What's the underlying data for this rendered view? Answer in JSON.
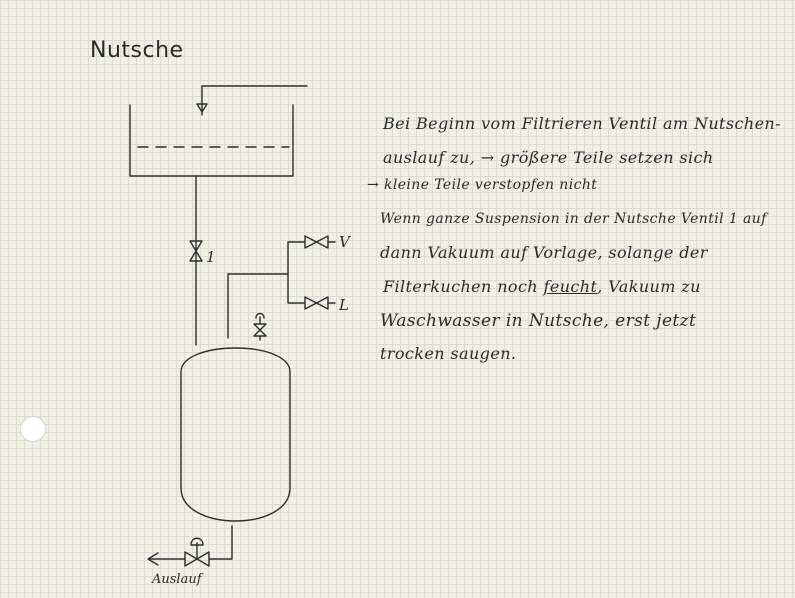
{
  "page": {
    "title": "Nutsche"
  },
  "diagram": {
    "valve_labels": {
      "main_valve": "1",
      "vent_valve_v": "V",
      "vent_valve_l": "L"
    },
    "outlet_label": "Auslauf"
  },
  "notes": {
    "lines": [
      "Bei Beginn vom Filtrieren Ventil am Nutschen-",
      "auslauf zu, → größere Teile setzen sich",
      "→ kleine Teile verstopfen nicht",
      "Wenn ganze Suspension in der Nutsche Ventil 1 auf",
      "dann Vakuum auf Vorlage, solange der",
      "Vakuum zu",
      "Waschwasser in Nutsche, erst jetzt",
      "trocken saugen."
    ],
    "line6_before": "Filterkuchen noch ",
    "line6_emph": "feucht",
    "line6_after": ","
  }
}
